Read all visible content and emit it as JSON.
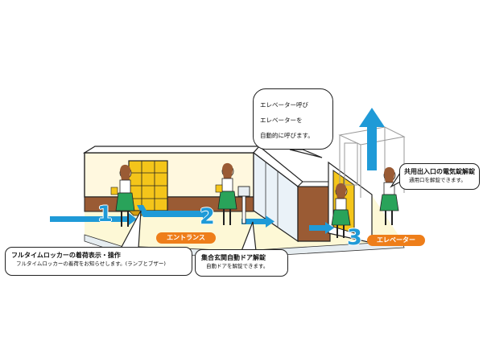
{
  "steps": [
    {
      "number": "1",
      "title": "フルタイムロッカーの着荷表示・操作",
      "desc": "フルタイムロッカーの着荷をお知らせします。(ランプとブザー)"
    },
    {
      "number": "2",
      "title": "集合玄関自動ドア解錠",
      "desc": "自動ドアを解錠できます。"
    },
    {
      "number": "3",
      "title": "共用出入口の電気錠解錠",
      "desc": "通用口を解錠できます。"
    }
  ],
  "tags": {
    "entrance": "エントランス",
    "elevator": "エレベーター"
  },
  "bubble": {
    "line1": "エレベーター呼び",
    "line2": "エレベーターを",
    "line3": "自動的に呼びます。"
  },
  "colors": {
    "arrow": "#1f9ad7",
    "tag": "#ee7e1a",
    "wall": "#9a5b34",
    "locker": "#f4c51a",
    "floor": "#fdf8d6",
    "skirt": "#e5ecf0"
  }
}
